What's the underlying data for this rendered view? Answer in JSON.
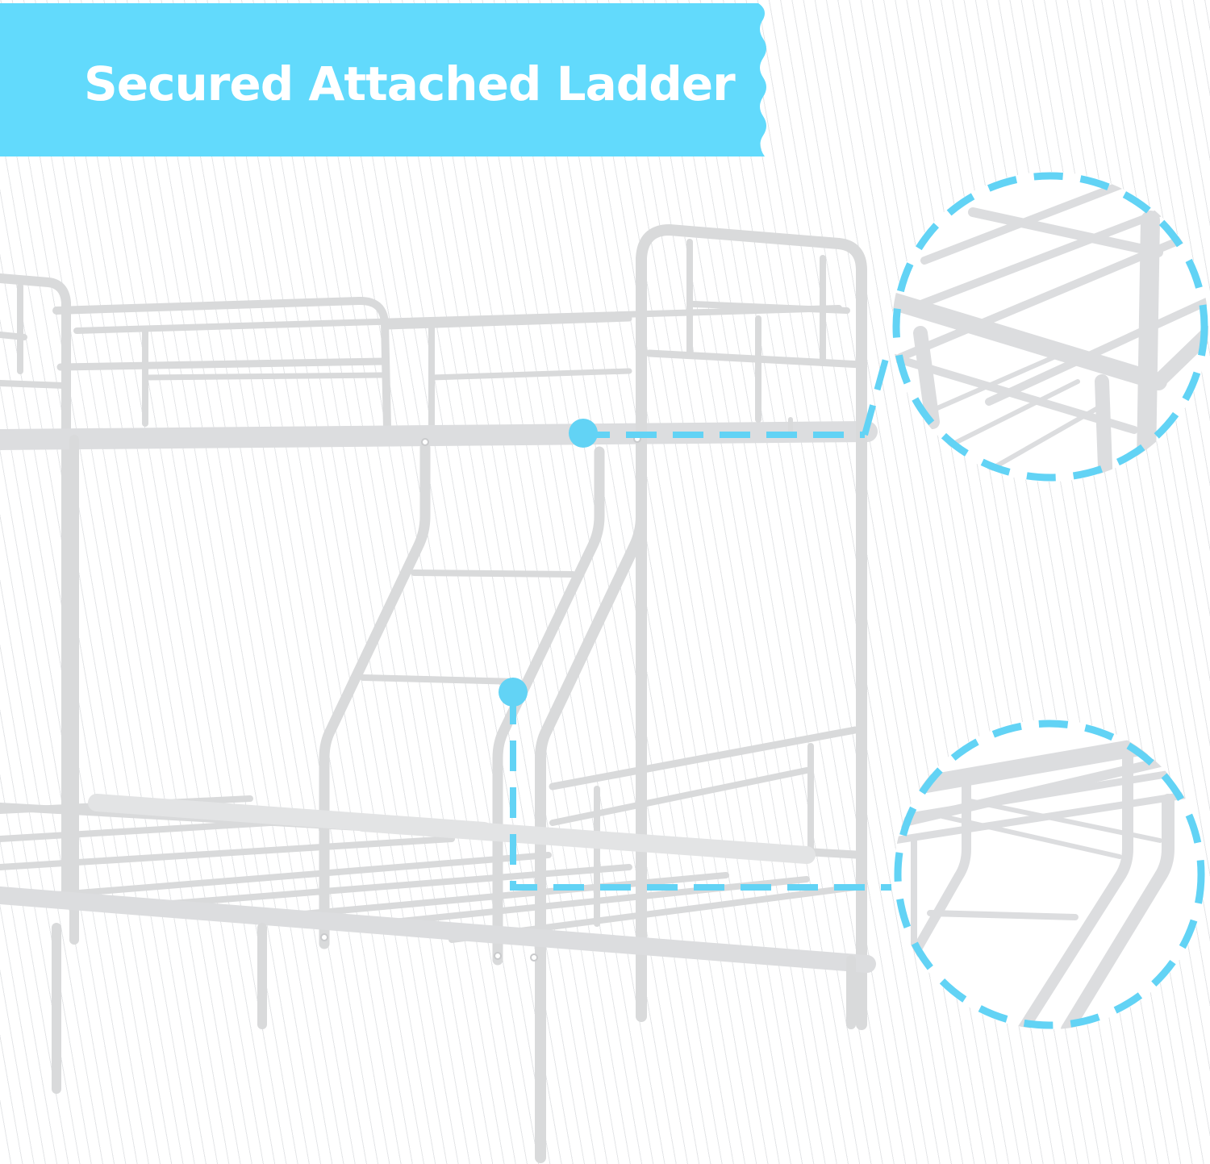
{
  "banner": {
    "title": "Secured Attached Ladder",
    "background_color": "#62DAFC",
    "text_color": "#FFFFFF"
  },
  "product": {
    "subject": "metal bunk bed with attached ladder",
    "frame_color": "#D9DADB"
  },
  "callouts": [
    {
      "id": "top",
      "depicts": "upper bunk corner attachment detail",
      "accent_color": "#62D3F5"
    },
    {
      "id": "bottom",
      "depicts": "ladder-to-bunk attachment detail",
      "accent_color": "#62D3F5"
    }
  ]
}
